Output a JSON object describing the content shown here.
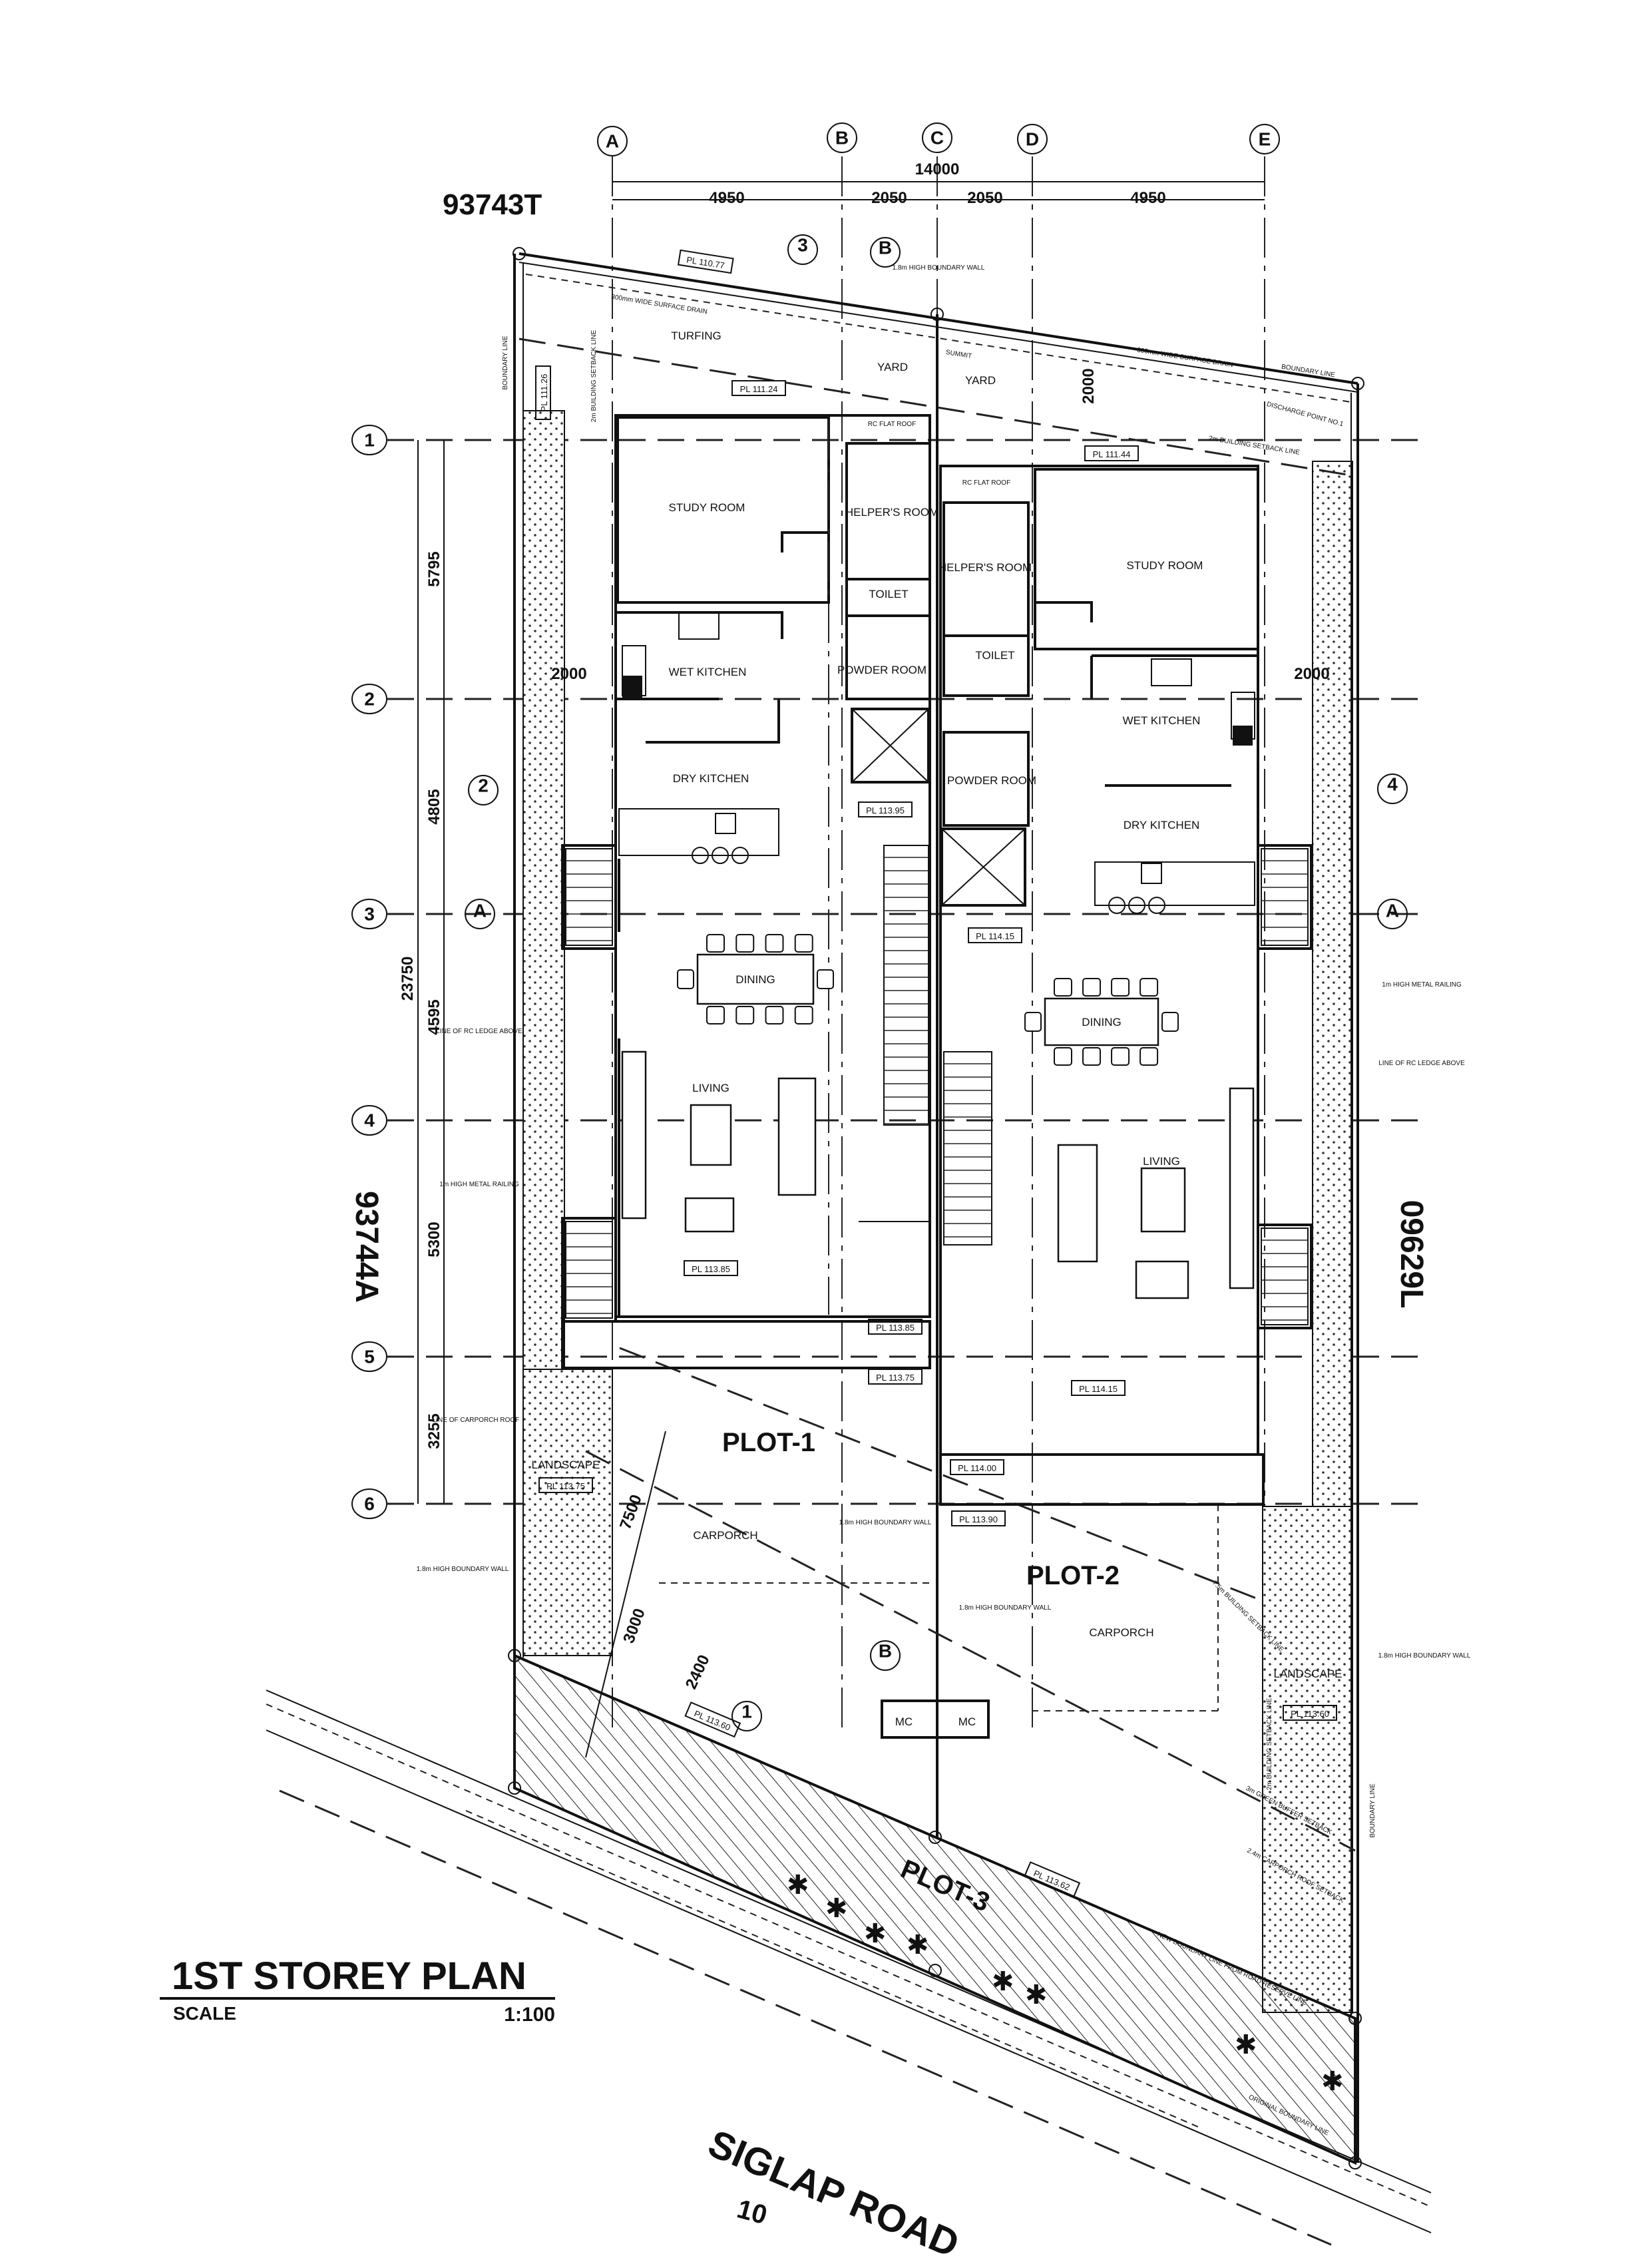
{
  "title": {
    "main": "1ST STOREY PLAN",
    "scale_label": "SCALE",
    "scale_value": "1:100"
  },
  "lots": {
    "top": "93743T",
    "left": "93744A",
    "right": "09629L"
  },
  "road": {
    "name": "SIGLAP ROAD",
    "number": "10"
  },
  "grid_columns": [
    "A",
    "B",
    "C",
    "D",
    "E"
  ],
  "grid_rows": [
    "1",
    "2",
    "3",
    "4",
    "5",
    "6"
  ],
  "dimensions": {
    "overall_width": "14000",
    "column_spans": [
      "4950",
      "2050",
      "2050",
      "4950"
    ],
    "overall_depth": "23750",
    "row_spans": [
      "5795",
      "4805",
      "4595",
      "5300",
      "3255"
    ],
    "setbacks": [
      "2000",
      "2000",
      "2000"
    ],
    "diagonal": [
      "7500",
      "3000",
      "2400"
    ]
  },
  "plots": [
    "PLOT-1",
    "PLOT-2",
    "PLOT-3"
  ],
  "rooms": {
    "study": "STUDY ROOM",
    "helper": "HELPER'S ROOM",
    "toilet": "TOILET",
    "powder": "POWDER ROOM",
    "wet_kitchen": "WET KITCHEN",
    "dry_kitchen": "DRY KITCHEN",
    "dining": "DINING",
    "living": "LIVING",
    "carporch": "CARPORCH",
    "yard": "YARD",
    "turfing": "TURFING",
    "landscape": "LANDSCAPE",
    "mc": "MC",
    "rc_flat_roof": "RC FLAT ROOF"
  },
  "section_markers": {
    "a": "A",
    "b": "B",
    "n1": "1",
    "n2": "2",
    "n3": "3",
    "n4": "4"
  },
  "notes": {
    "boundary_line": "BOUNDARY LINE",
    "setback_2m": "2m BUILDING SETBACK LINE",
    "setback_75m": "7.5m BUILDING SETBACK LINE",
    "green_buffer": "3m GREEN BUFFER SETBACK",
    "carporch_roof_setback": "2.4m CARPORCH ROOF SETBACK",
    "new_boundary": "NEW BOUNDARY LINE FROM ROAD RESERVE LINE",
    "original_boundary": "ORIGINAL BOUNDARY LINE",
    "discharge": "DISCHARGE POINT NO.1",
    "boundary_wall": "1.8m HIGH BOUNDARY WALL",
    "rc_ledge": "LINE OF RC LEDGE ABOVE",
    "metal_railing": "1m HIGH METAL RAILING",
    "carporch_roof": "LINE OF CARPORCH ROOF",
    "drain": "300mm WIDE SURFACE DRAIN",
    "summit": "SUMMIT"
  },
  "levels": {
    "top_left": "PL 110.77",
    "turfing": "PL 111.24",
    "plot2_top": "PL 111.44",
    "left_strip": "PL 111.26",
    "plot1_stair": "PL 113.95",
    "plot2_dining": "PL 114.15",
    "plot1_living": "PL 113.85",
    "plot1_front": "PL 113.85",
    "plot1_front2": "PL 113.75",
    "plot2_front": "PL 114.15",
    "plot2_porch": "PL 114.00",
    "plot2_carporch": "PL 113.90",
    "landscape": "PL 113.75",
    "right_landscape": "PL 113.60",
    "gate1": "PL 113.60",
    "gate2": "PL 113.62"
  }
}
